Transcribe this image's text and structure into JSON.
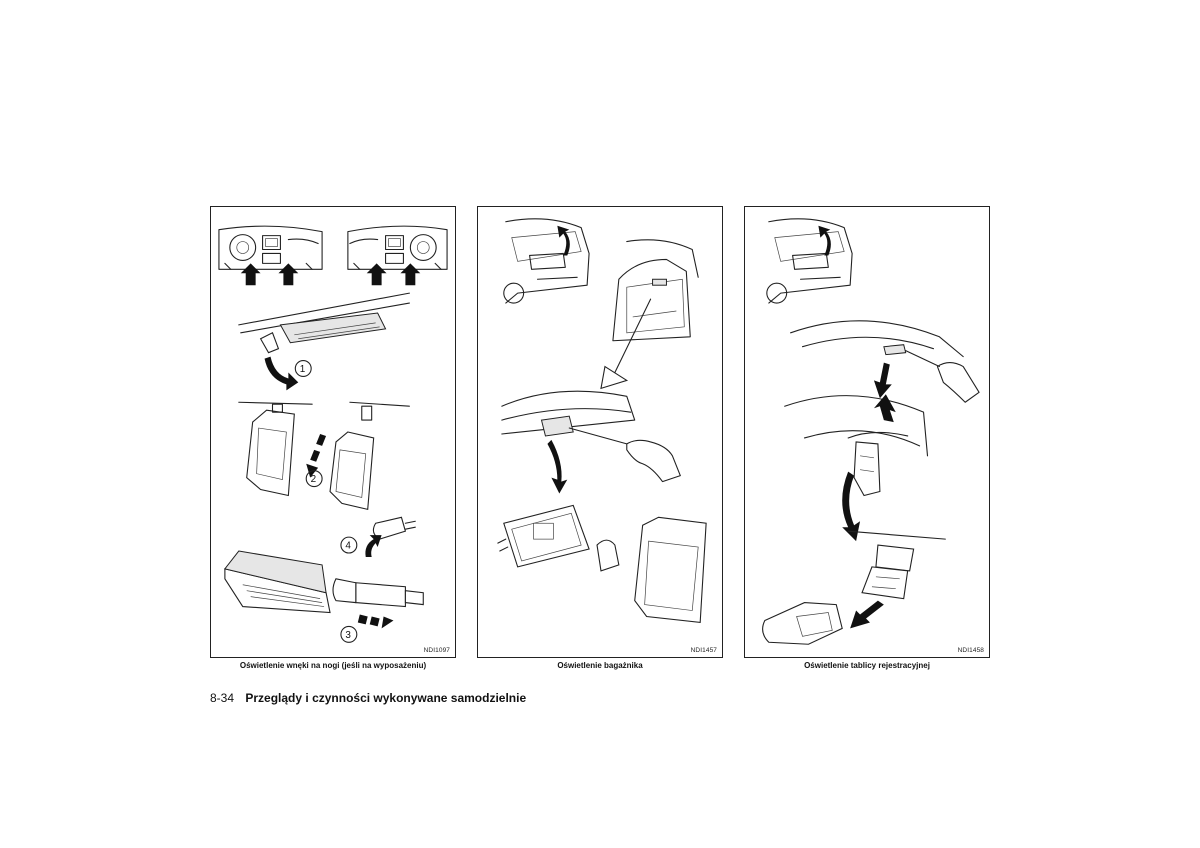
{
  "figures": [
    {
      "code": "NDI1097",
      "caption": "Oświetlenie wnęki na nogi (jeśli na wyposażeniu)",
      "step_numbers": [
        "1",
        "2",
        "3",
        "4"
      ]
    },
    {
      "code": "NDI1457",
      "caption": "Oświetlenie bagażnika"
    },
    {
      "code": "NDI1458",
      "caption": "Oświetlenie tablicy rejestracyjnej"
    }
  ],
  "footer": {
    "page_number": "8-34",
    "section_title": "Przeglądy i czynności wykonywane samodzielnie"
  }
}
